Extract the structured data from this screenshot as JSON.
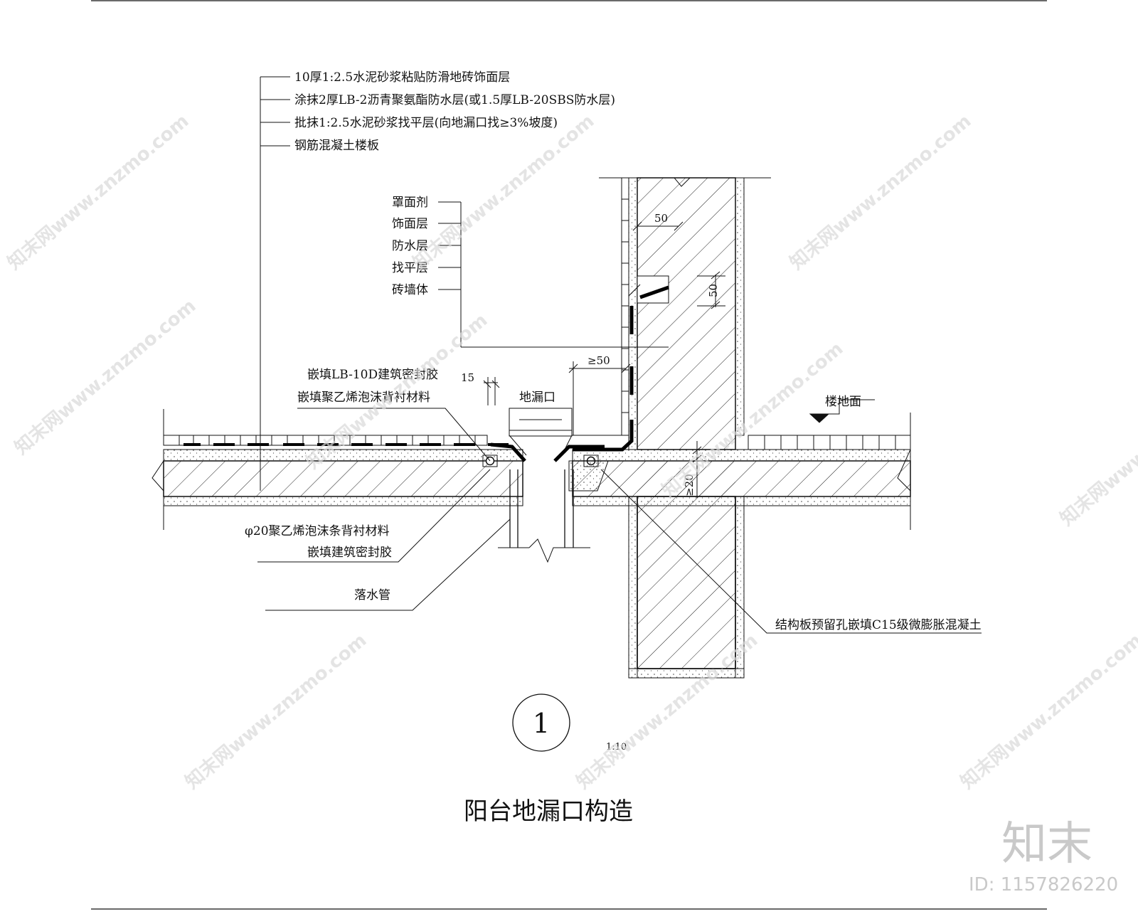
{
  "layer_labels_top": [
    "10厚1:2.5水泥砂浆粘贴防滑地砖饰面层",
    "涂抹2厚LB-2沥青聚氨酯防水层(或1.5厚LB-20SBS防水层)",
    "批抹1:2.5水泥砂浆找平层(向地漏口找≥3%坡度)",
    "钢筋混凝土楼板"
  ],
  "wall_labels": [
    "罩面剂",
    "饰面层",
    "防水层",
    "找平层",
    "砖墙体"
  ],
  "sealant_labels": [
    "嵌填LB-10D建筑密封胶",
    "嵌填聚乙烯泡沫背衬材料"
  ],
  "drain_label": "地漏口",
  "floor_label": "楼地面",
  "foam_labels": [
    "φ20聚乙烯泡沫条背衬材料",
    "嵌填建筑密封胶"
  ],
  "pipe_label": "落水管",
  "concrete_note": "结构板预留孔嵌填C15级微膨胀混凝土",
  "dims": {
    "d15": "15",
    "d50a": "50",
    "d50b": "50",
    "d50c": "≥50",
    "d20": "≥20"
  },
  "detail_number": "1",
  "scale": "1:10",
  "title": "阳台地漏口构造",
  "watermark": "知末网www.znzmo.com",
  "brand": {
    "logo": "知末",
    "id": "ID: 1157826220"
  }
}
